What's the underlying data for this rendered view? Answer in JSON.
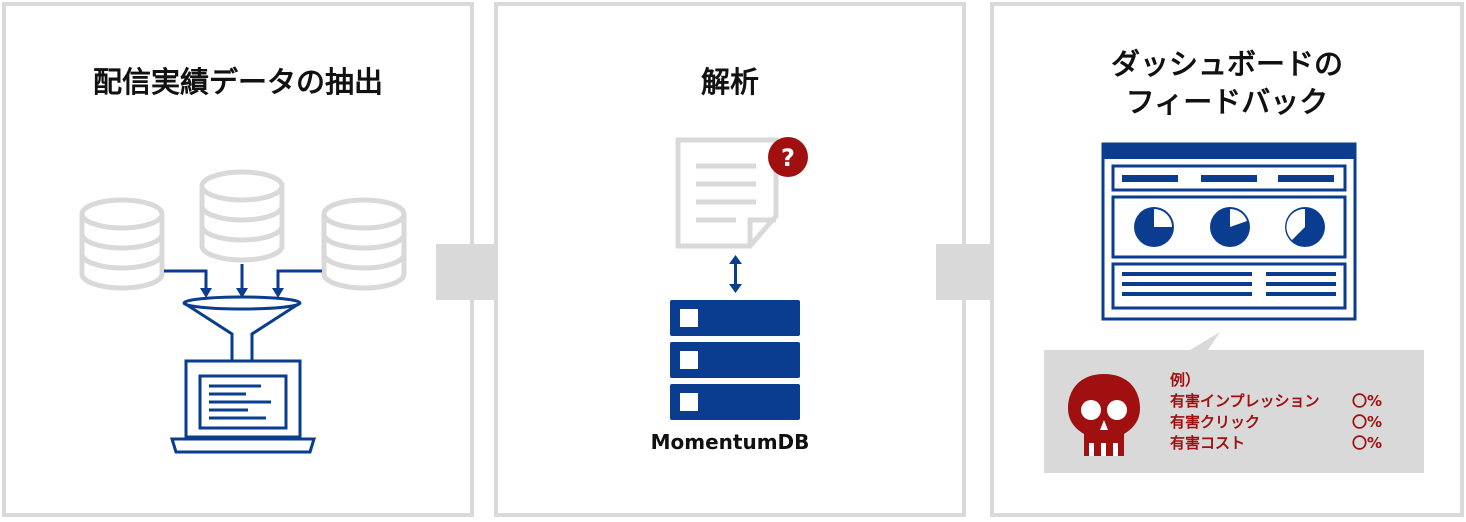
{
  "colors": {
    "blue": "#0a3d8f",
    "gray": "#d9d9d9",
    "dark_red": "#a01010"
  },
  "panels": [
    {
      "title_lines": [
        "配信実績データの抽出"
      ]
    },
    {
      "title_lines": [
        "解析"
      ],
      "db_label": "MomentumDB"
    },
    {
      "title_lines": [
        "ダッシュボードの",
        "フィードバック"
      ]
    }
  ],
  "icons": [
    "database-icon",
    "funnel-icon",
    "laptop-icon",
    "document-icon",
    "question-icon",
    "server-icon",
    "dashboard-icon",
    "pie-chart-icon",
    "skull-icon"
  ],
  "callout": {
    "heading": "例）",
    "rows": [
      {
        "label": "有害インプレッション",
        "value": "〇%"
      },
      {
        "label": "有害クリック",
        "value": "〇%"
      },
      {
        "label": "有害コスト",
        "value": "〇%"
      }
    ]
  }
}
